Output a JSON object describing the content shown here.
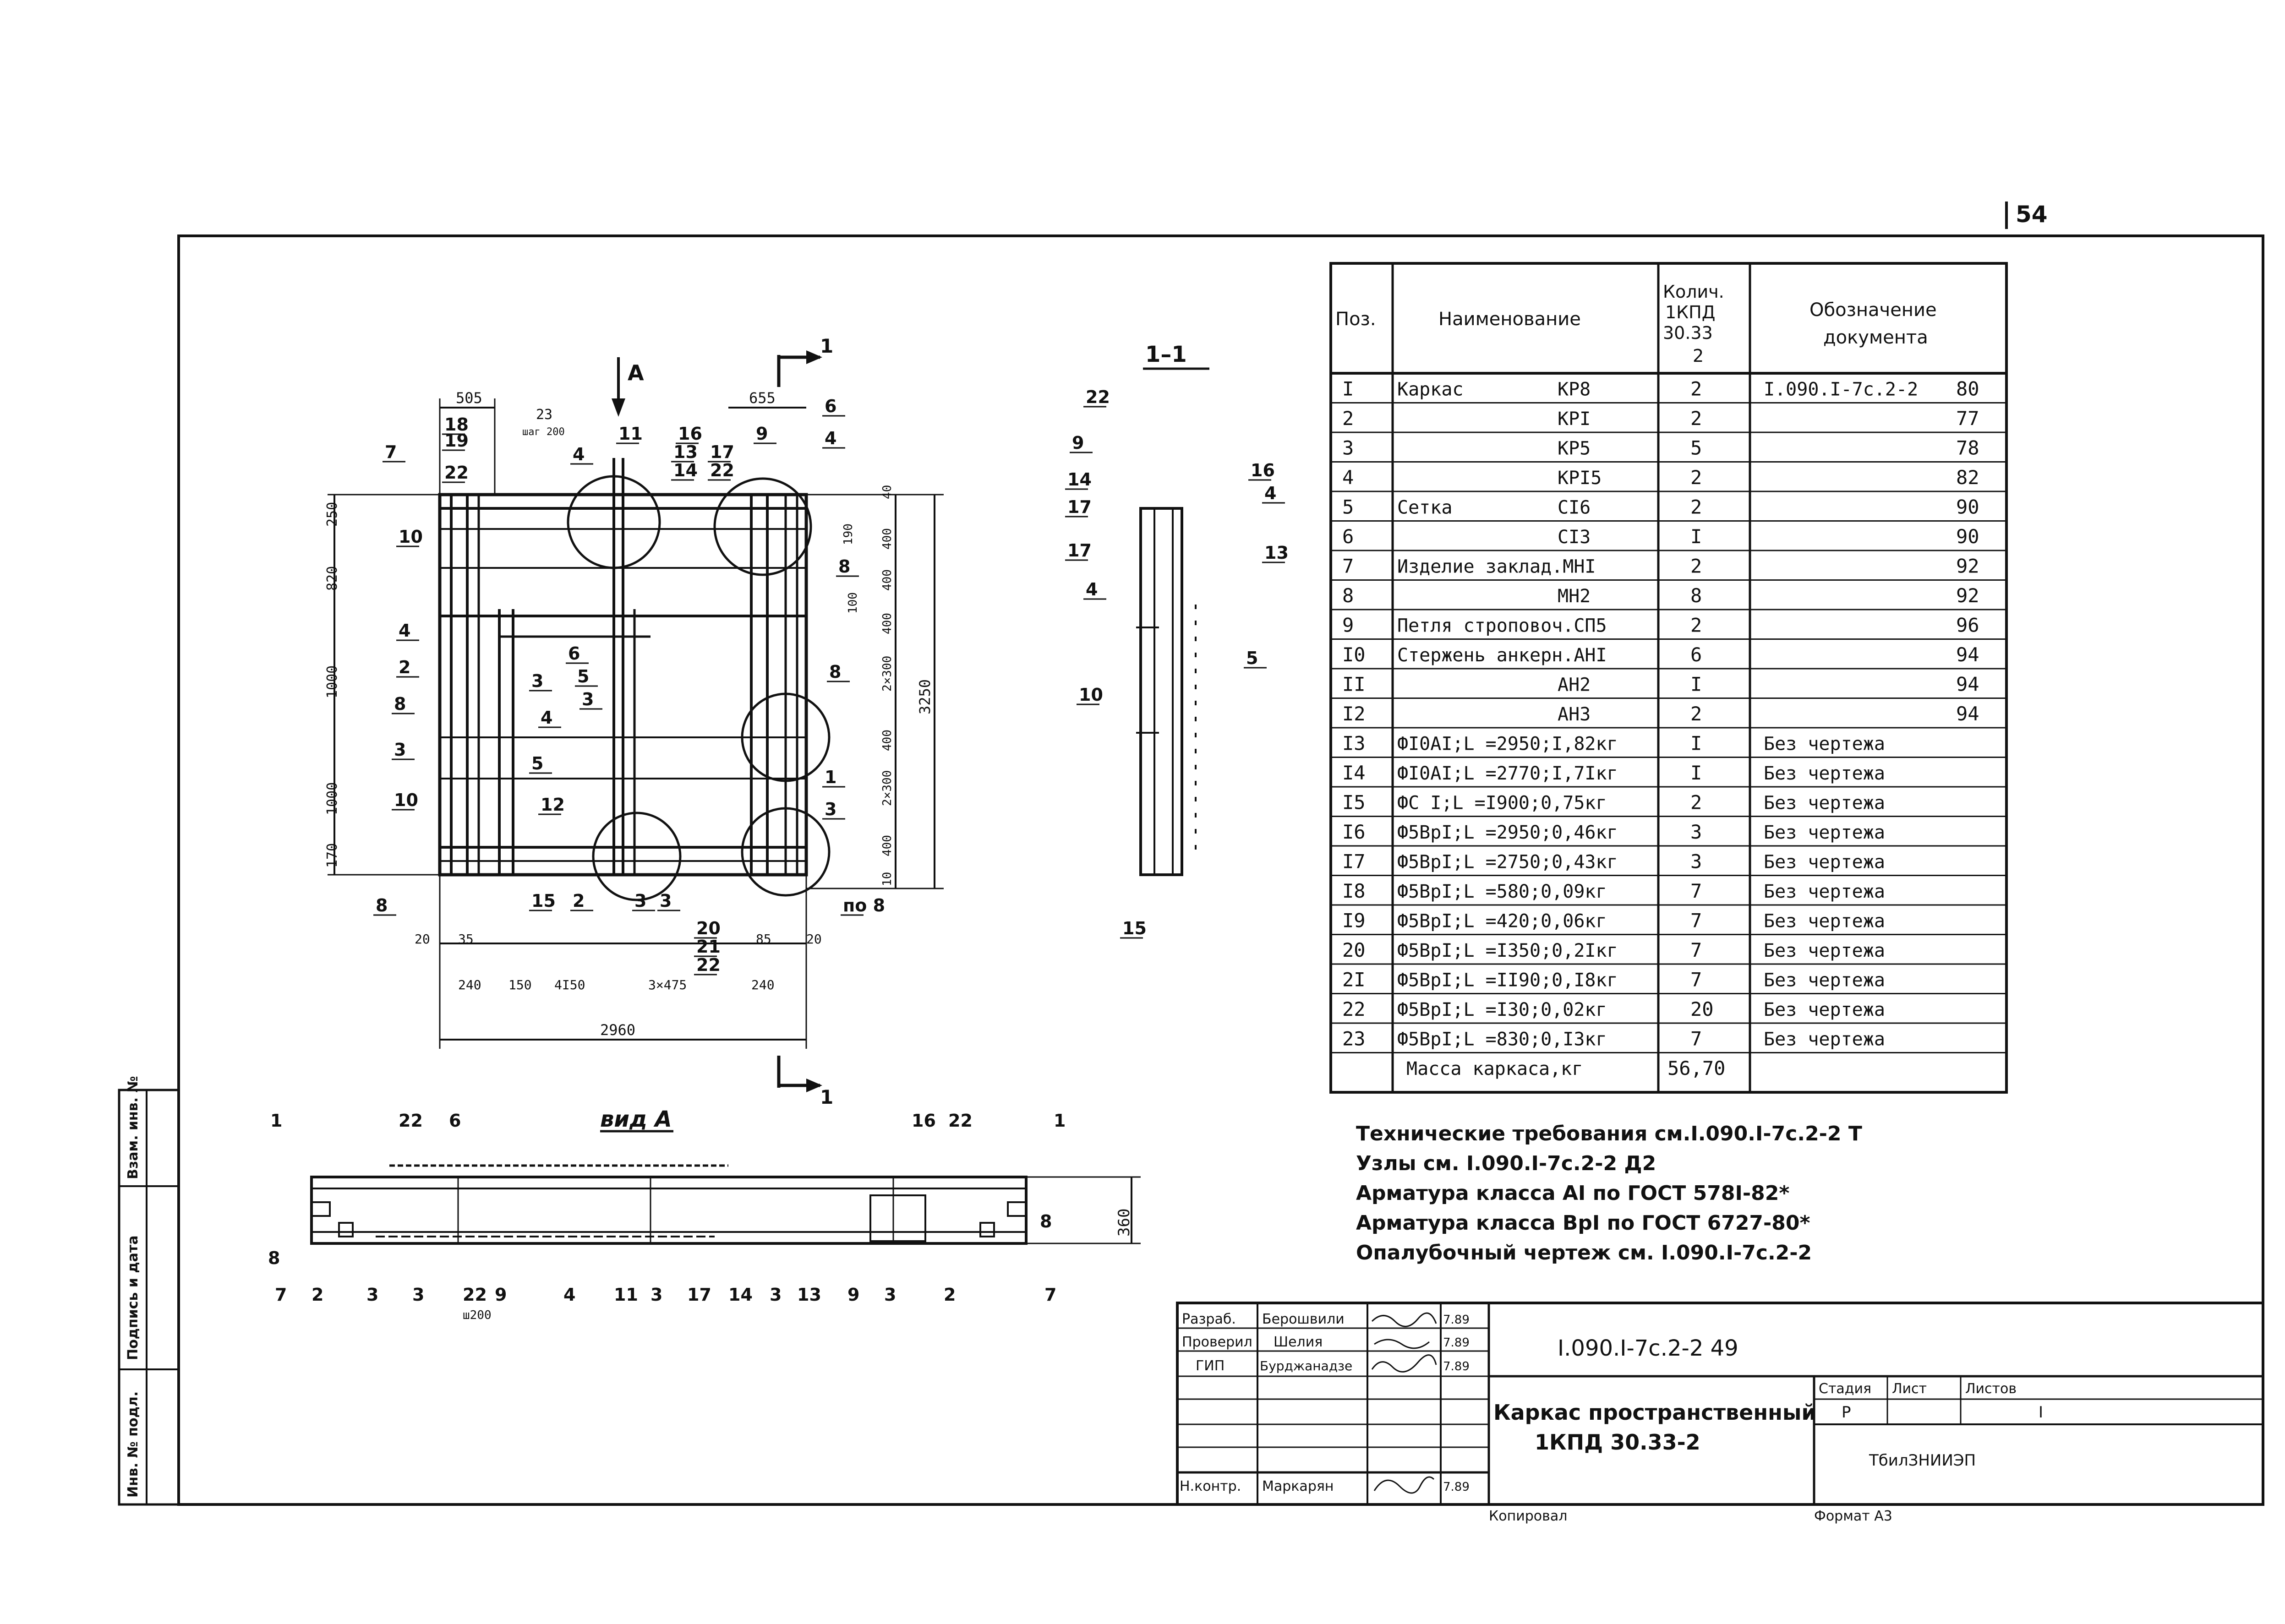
{
  "sheet_number": "54",
  "spec_table": {
    "headers": {
      "pos": "Поз.",
      "name": "Наименование",
      "qty_line1": "Колич.",
      "qty_line2": "1КПД",
      "qty_line3": "30.33",
      "qty_line4": "2",
      "doc_line1": "Обозначение",
      "doc_line2": "документа"
    },
    "rows": [
      {
        "pos": "I",
        "name": "Каркас",
        "mark": "КР8",
        "qty": "2",
        "doc": "I.090.I-7c.2-2",
        "page": "80"
      },
      {
        "pos": "2",
        "name": "",
        "mark": "КРI",
        "qty": "2",
        "doc": "",
        "page": "77"
      },
      {
        "pos": "3",
        "name": "",
        "mark": "КР5",
        "qty": "5",
        "doc": "",
        "page": "78"
      },
      {
        "pos": "4",
        "name": "",
        "mark": "КРI5",
        "qty": "2",
        "doc": "",
        "page": "82"
      },
      {
        "pos": "5",
        "name": "Сетка",
        "mark": "СI6",
        "qty": "2",
        "doc": "",
        "page": "90"
      },
      {
        "pos": "6",
        "name": "",
        "mark": "СI3",
        "qty": "I",
        "doc": "",
        "page": "90"
      },
      {
        "pos": "7",
        "name": "Изделие заклад.МНI",
        "mark": "",
        "qty": "2",
        "doc": "",
        "page": "92"
      },
      {
        "pos": "8",
        "name": "",
        "mark": "МН2",
        "qty": "8",
        "doc": "",
        "page": "92"
      },
      {
        "pos": "9",
        "name": "Петля строповоч.СП5",
        "mark": "",
        "qty": "2",
        "doc": "",
        "page": "96"
      },
      {
        "pos": "I0",
        "name": "Стержень анкерн.АНI",
        "mark": "",
        "qty": "6",
        "doc": "",
        "page": "94"
      },
      {
        "pos": "II",
        "name": "",
        "mark": "АН2",
        "qty": "I",
        "doc": "",
        "page": "94"
      },
      {
        "pos": "I2",
        "name": "",
        "mark": "АН3",
        "qty": "2",
        "doc": "",
        "page": "94"
      },
      {
        "pos": "I3",
        "name": "ФI0АI;L =2950;I,82кг",
        "mark": "",
        "qty": "I",
        "doc": "Без чертежа",
        "page": ""
      },
      {
        "pos": "I4",
        "name": "ФI0АI;L =2770;I,7Iкг",
        "mark": "",
        "qty": "I",
        "doc": "Без чертежа",
        "page": ""
      },
      {
        "pos": "I5",
        "name": "ФС I;L =I900;0,75кг",
        "mark": "",
        "qty": "2",
        "doc": "Без чертежа",
        "page": ""
      },
      {
        "pos": "I6",
        "name": "Ф5ВрI;L =2950;0,46кг",
        "mark": "",
        "qty": "3",
        "doc": "Без чертежа",
        "page": ""
      },
      {
        "pos": "I7",
        "name": "Ф5ВрI;L =2750;0,43кг",
        "mark": "",
        "qty": "3",
        "doc": "Без чертежа",
        "page": ""
      },
      {
        "pos": "I8",
        "name": "Ф5ВрI;L =580;0,09кг",
        "mark": "",
        "qty": "7",
        "doc": "Без чертежа",
        "page": ""
      },
      {
        "pos": "I9",
        "name": "Ф5ВрI;L =420;0,06кг",
        "mark": "",
        "qty": "7",
        "doc": "Без чертежа",
        "page": ""
      },
      {
        "pos": "20",
        "name": "Ф5ВрI;L =I350;0,2Iкг",
        "mark": "",
        "qty": "7",
        "doc": "Без чертежа",
        "page": ""
      },
      {
        "pos": "2I",
        "name": "Ф5ВрI;L =II90;0,I8кг",
        "mark": "",
        "qty": "7",
        "doc": "Без чертежа",
        "page": ""
      },
      {
        "pos": "22",
        "name": "Ф5ВрI;L =I30;0,02кг",
        "mark": "",
        "qty": "20",
        "doc": "Без чертежа",
        "page": ""
      },
      {
        "pos": "23",
        "name": "Ф5ВрI;L =830;0,I3кг",
        "mark": "",
        "qty": "7",
        "doc": "Без чертежа",
        "page": ""
      }
    ],
    "total_label": "Масса каркаса,кг",
    "total_value": "56,70"
  },
  "notes": [
    "Технические требования см.I.090.I-7c.2-2 Т",
    "Узлы см. I.090.I-7c.2-2 Д2",
    "Арматура класса АI по ГОСТ 578I-82*",
    "Арматура класса ВрI по ГОСТ 6727-80*",
    "Опалубочный чертеж см. I.090.I-7c.2-2"
  ],
  "plan_view": {
    "section_marker": "1",
    "view_marker": "А",
    "dims_top": [
      "505",
      "23",
      "шаг 200",
      "655"
    ],
    "dims_left": [
      "250",
      "820",
      "1000",
      "1000",
      "170"
    ],
    "dims_right": [
      "40",
      "400",
      "190",
      "400",
      "100",
      "400",
      "2×300",
      "400",
      "2×300",
      "400",
      "10",
      "3250"
    ],
    "dims_bottom": [
      "20",
      "35",
      "240",
      "150",
      "4I50",
      "3×475",
      "240",
      "85",
      "20",
      "2960"
    ],
    "callouts": [
      "7",
      "18",
      "19",
      "22",
      "11",
      "16",
      "13",
      "14",
      "17",
      "22",
      "9",
      "6",
      "4",
      "4",
      "8",
      "10",
      "4",
      "2",
      "8",
      "3",
      "3",
      "5",
      "4",
      "5",
      "6",
      "3",
      "12",
      "10",
      "8",
      "15",
      "2",
      "3",
      "3",
      "20",
      "21",
      "22",
      "8",
      "1",
      "3",
      "по 8"
    ]
  },
  "section_view": {
    "title": "1–1",
    "callouts": [
      "22",
      "9",
      "14",
      "17",
      "17",
      "4",
      "10",
      "15",
      "16",
      "4",
      "13",
      "5"
    ]
  },
  "view_a": {
    "title": "вид А",
    "height_dim": "360",
    "callouts_top": [
      "1",
      "22",
      "6",
      "16",
      "22",
      "1"
    ],
    "callouts_bottom": [
      "8",
      "7",
      "2",
      "3",
      "3",
      "22",
      "9",
      "4",
      "11",
      "3",
      "17",
      "14",
      "3",
      "13",
      "9",
      "3",
      "2",
      "7",
      "8"
    ],
    "step_note": "ш200"
  },
  "side_stamps": [
    "Инв. № подл.",
    "Подпись и дата",
    "Взам. инв. №"
  ],
  "title_block": {
    "roles": [
      "Разраб.",
      "Проверил",
      "ГИП",
      "Н.контр."
    ],
    "names": [
      "Берошвили",
      "Шелия",
      "Бурджанадзе",
      "Маркарян"
    ],
    "dates": [
      "7.89",
      "7.89",
      "7.89",
      "7.89"
    ],
    "doc_code": "I.090.I-7c.2-2  49",
    "title_line1": "Каркас пространственный",
    "title_line2": "1КПД 30.33-2",
    "stage_label": "Стадия",
    "sheet_label": "Лист",
    "sheets_label": "Листов",
    "stage_value": "Р",
    "sheets_value": "I",
    "org": "ТбилЗНИИЭП"
  },
  "footer": {
    "copied": "Копировал",
    "format": "Формат А3"
  }
}
